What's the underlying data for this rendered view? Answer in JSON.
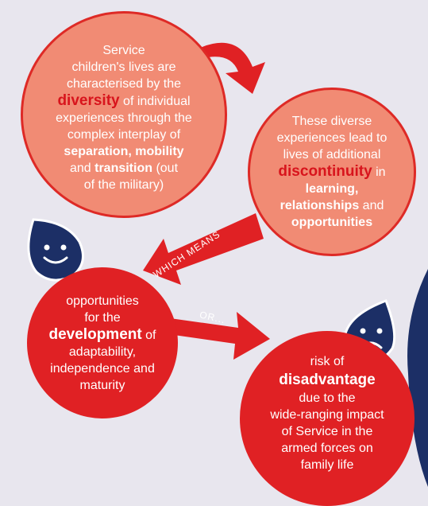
{
  "circle1": {
    "l1": "Service",
    "l2": "children's lives are",
    "l3": "characterised by the",
    "l4_key": "diversity",
    "l4_rest": " of individual",
    "l5": "experiences through the",
    "l6": "complex interplay of",
    "l7_key": "separation, mobility",
    "l8_pre": "and ",
    "l8_key": "transition",
    "l8_rest": " (out",
    "l9": "of the military)"
  },
  "circle2": {
    "l1": "These diverse",
    "l2": "experiences lead to",
    "l3": "lives of additional",
    "l4_key": "discontinuity",
    "l4_rest": " in",
    "l5_key": "learning,",
    "l6_key": "relationships",
    "l6_rest": " and",
    "l7_key": "opportunities"
  },
  "circle3": {
    "l1": "opportunities",
    "l2": "for the",
    "l3_key": "development",
    "l3_rest": " of",
    "l4": "adaptability,",
    "l5": "independence and",
    "l6": "maturity"
  },
  "circle4": {
    "l1": "risk of",
    "l2_key": "disadvantage",
    "l3": "due to the",
    "l4": "wide-ranging impact",
    "l5": "of Service in the",
    "l6": "armed forces on",
    "l7": "family life"
  },
  "arrows": {
    "which_means": "WHICH MEANS",
    "or": "OR..."
  },
  "icons": [
    "happy-face-icon",
    "sad-face-icon"
  ],
  "colors": {
    "background": "#e8e6ee",
    "salmon": "#f18b74",
    "red": "#e02124",
    "navy": "#1c2f66"
  }
}
